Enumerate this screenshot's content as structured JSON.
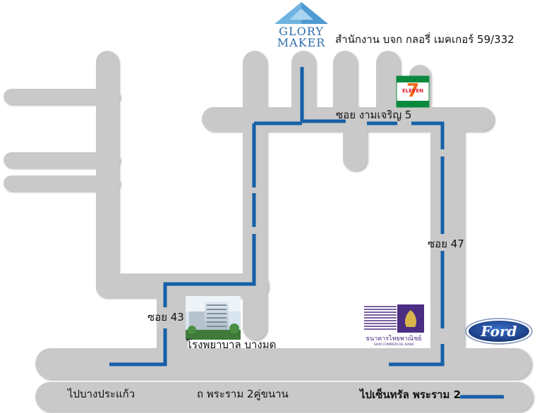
{
  "map": {
    "landmarks": {
      "office": "สำนักงาน บจก กลอรี่ เมคเกอร์ 59/332",
      "hospital": "โรงพยาบาล บางมด",
      "bank": "ธนาคารไทยพาณิชย์",
      "bank_en": "SIAM COMMERCIAL BANK"
    },
    "roads": {
      "soi_ngam_charoen_5": "ซอย งามเจริญ 5",
      "soi_47": "ซอย 47",
      "soi_43": "ซอย 43",
      "rama2_main": "ถ พระราม 2คู่ขนาน",
      "to_bang_pra_kaeo": "ไปบางประแก้ว",
      "to_central": "ไปเซ็นทรัล พระราม 2"
    },
    "logos": {
      "glory_line1": "GLORY",
      "glory_line2": "MAKER",
      "seven_eleven_digit": "7",
      "seven_eleven_text": "ELEVEN",
      "ford": "Ford"
    },
    "colors": {
      "road": "#c9c9c9",
      "route": "#1560a8",
      "seven_green": "#0b8a3e",
      "seven_orange": "#f26a1b",
      "seven_red": "#e21b2b",
      "bank_purple": "#4b2d83",
      "ford_blue": "#1e4d9c"
    }
  }
}
